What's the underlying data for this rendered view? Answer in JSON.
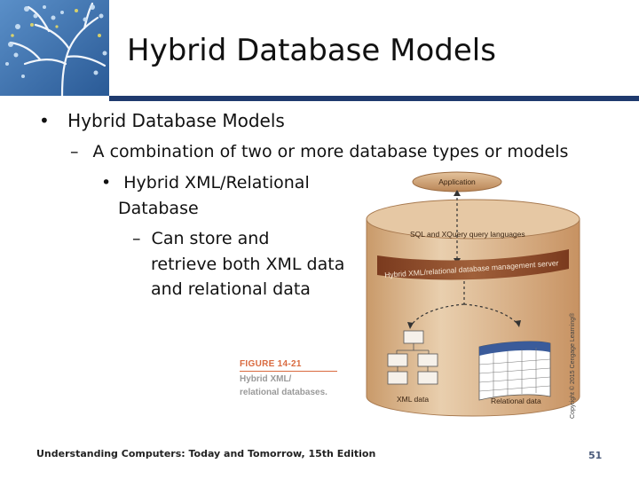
{
  "slide": {
    "title": "Hybrid Database Models",
    "bullets": {
      "level1": "Hybrid Database Models",
      "level2": "A combination of two or more database types or models",
      "level3_line1": "Hybrid XML/Relational",
      "level3_line2": "Database",
      "level4_line1": "Can store and",
      "level4_line2": "retrieve both XML data",
      "level4_line3": "and relational data"
    },
    "bullet_symbols": {
      "level1": "•",
      "level2": "–",
      "level3": "•",
      "level4": "–"
    }
  },
  "figure": {
    "caption_title": "FIGURE 14-21",
    "caption_line1": "Hybrid XML/",
    "caption_line2": "relational databases.",
    "application_label": "Application",
    "query_label": "SQL and XQuery query languages",
    "dbms_label": "Hybrid XML/relational database management server",
    "xml_label": "XML data",
    "relational_label": "Relational data",
    "credit": "Copyright © 2015 Cengage Learning®"
  },
  "footer": {
    "text": "Understanding Computers: Today and Tomorrow, 15th Edition",
    "page_number": "51"
  },
  "colors": {
    "title_rule": "#1f3a6e",
    "cylinder": "#d9b38a",
    "band": "#8a4a2a",
    "caption": "#d96a3f"
  }
}
